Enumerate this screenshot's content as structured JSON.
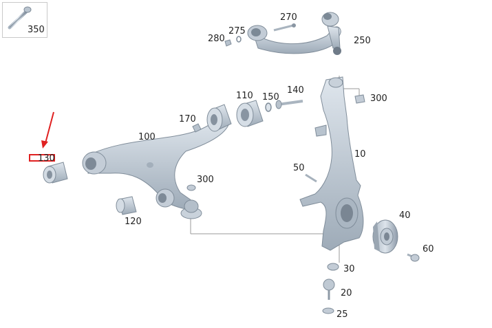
{
  "diagram": {
    "inset_label": "350",
    "callouts": {
      "c350": "350",
      "c270": "270",
      "c275": "275",
      "c280": "280",
      "c250": "250",
      "c110": "110",
      "c150": "150",
      "c140": "140",
      "c300a": "300",
      "c170": "170",
      "c100": "100",
      "c10": "10",
      "c130": "130",
      "c50": "50",
      "c300b": "300",
      "c120": "120",
      "c40": "40",
      "c60": "60",
      "c30": "30",
      "c20": "20",
      "c25": "25"
    },
    "highlight": {
      "target": "130",
      "color": "#e02020"
    },
    "colors": {
      "part_fill": "#c9d3dd",
      "part_shade": "#9aa7b4",
      "part_dark": "#6f7b88",
      "leader": "#9a9a9a",
      "text": "#222222"
    }
  }
}
